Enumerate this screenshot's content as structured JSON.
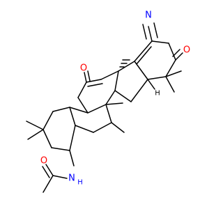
{
  "molecule": {
    "atom_labels": {
      "nitrile_n": "N",
      "ketone_o_ring_a": "O",
      "ketone_o_ring_c": "O",
      "amide_o": "O",
      "amide_n": "N",
      "amide_h": "H",
      "stereo_h": "H"
    },
    "colors": {
      "bond": "#000000",
      "nitrogen": "#0000ff",
      "oxygen": "#ff0000",
      "carbon_label": "#000000"
    }
  }
}
